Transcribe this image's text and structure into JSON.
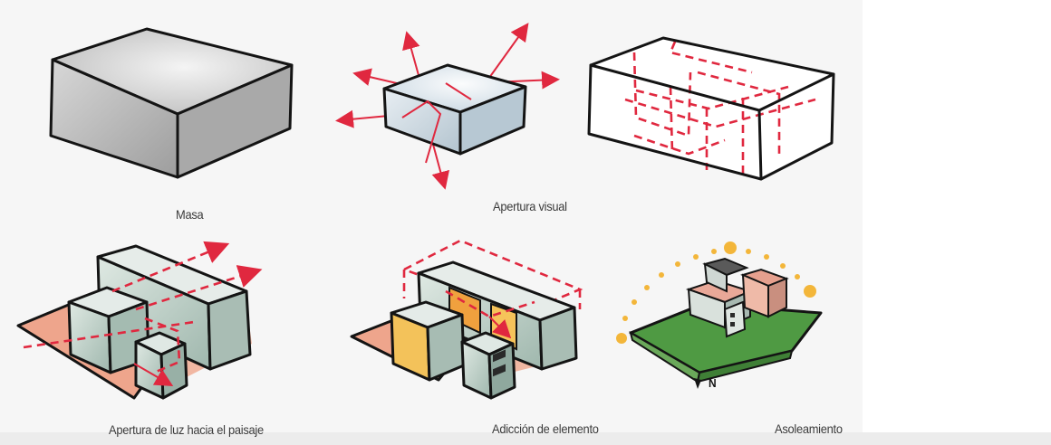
{
  "figure": {
    "captions": {
      "masa": "Masa",
      "apertura_visual": "Apertura visual",
      "apertura_luz": "Apertura de luz hacia el paisaje",
      "adiccion": "Adicción de elemento",
      "asoleamiento": "Asoleamiento"
    },
    "north_marker": "N"
  },
  "colors": {
    "ink": "#141414",
    "accent_red": "#e0283f",
    "block_gray": "#c9c9c9",
    "block_light": "#dfe7ee",
    "ground_salmon": "#eea58c",
    "grass_green": "#4f9a43",
    "sun_yellow": "#f3b63a"
  }
}
